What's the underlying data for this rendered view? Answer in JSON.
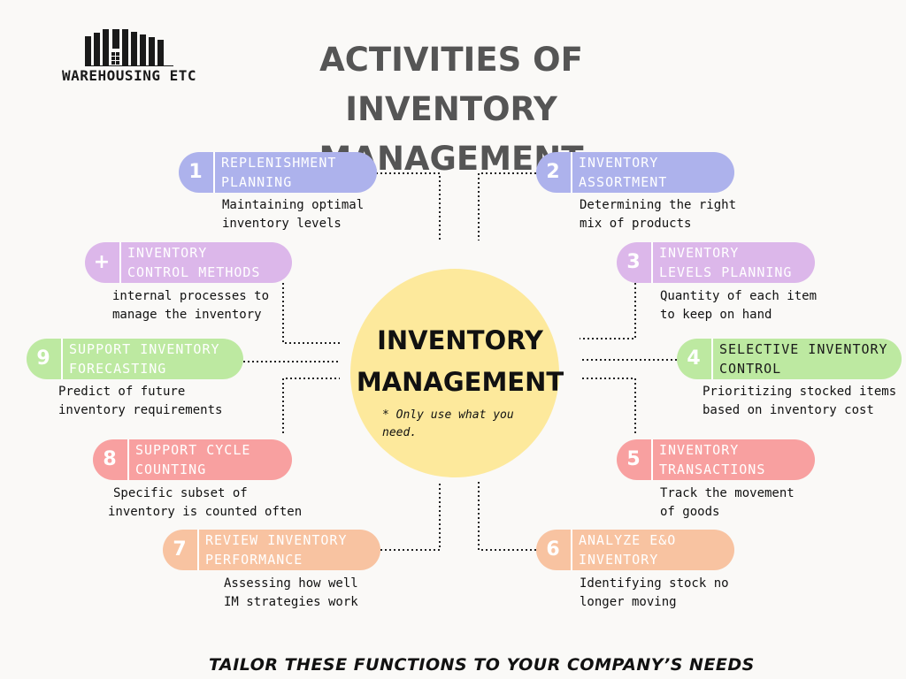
{
  "logo": {
    "text": "WAREHOUSING ETC",
    "icon": "warehouse-icon"
  },
  "title": {
    "line1": "ACTIVITIES OF INVENTORY",
    "line2": "MANAGEMENT"
  },
  "center": {
    "line1": "INVENTORY",
    "line2": "MANAGEMENT",
    "note1": "* Only use what you",
    "note2": "need."
  },
  "activities": [
    {
      "id": "replenishment",
      "number": "1",
      "line1": "REPLENISHMENT",
      "line2": "PLANNING",
      "desc1": "Maintaining optimal",
      "desc2": "inventory levels",
      "color": "#adb2ec"
    },
    {
      "id": "assortment",
      "number": "2",
      "line1": "INVENTORY",
      "line2": "ASSORTMENT",
      "desc1": "Determining the right",
      "desc2": "mix of products",
      "color": "#adb2ec"
    },
    {
      "id": "control-methods",
      "number": "+",
      "line1": "INVENTORY",
      "line2": "CONTROL METHODS",
      "desc1": "internal processes to",
      "desc2": "manage the inventory",
      "color": "#dcb7ea"
    },
    {
      "id": "levels-planning",
      "number": "3",
      "line1": "INVENTORY",
      "line2": "LEVELS PLANNING",
      "desc1": "Quantity of each item",
      "desc2": "to keep on hand",
      "color": "#dcb7ea"
    },
    {
      "id": "forecasting",
      "number": "9",
      "line1": "SUPPORT INVENTORY",
      "line2": "FORECASTING",
      "desc1": "Predict of future",
      "desc2": "inventory requirements",
      "color": "#bde9a1"
    },
    {
      "id": "selective-control",
      "number": "4",
      "line1": "SELECTIVE INVENTORY",
      "line2": "CONTROL",
      "desc1": "Prioritizing stocked items",
      "desc2": "based on inventory cost",
      "color": "#bde9a1"
    },
    {
      "id": "cycle-counting",
      "number": "8",
      "line1": "SUPPORT CYCLE",
      "line2": "COUNTING",
      "desc1": "Specific subset of",
      "desc2": "inventory is counted often",
      "color": "#f8a0a0"
    },
    {
      "id": "transactions",
      "number": "5",
      "line1": "INVENTORY",
      "line2": "TRANSACTIONS",
      "desc1": "Track the movement",
      "desc2": "of goods",
      "color": "#f8a0a0"
    },
    {
      "id": "review-performance",
      "number": "7",
      "line1": "REVIEW INVENTORY",
      "line2": "PERFORMANCE",
      "desc1": "Assessing how well",
      "desc2": "IM strategies work",
      "color": "#f8c3a1"
    },
    {
      "id": "analyze-eo",
      "number": "6",
      "line1": "ANALYZE E&O",
      "line2": "INVENTORY",
      "desc1": "Identifying stock no",
      "desc2": "longer moving",
      "color": "#f8c3a1"
    }
  ],
  "footer": "TAILOR THESE FUNCTIONS TO YOUR COMPANY’S NEEDS"
}
